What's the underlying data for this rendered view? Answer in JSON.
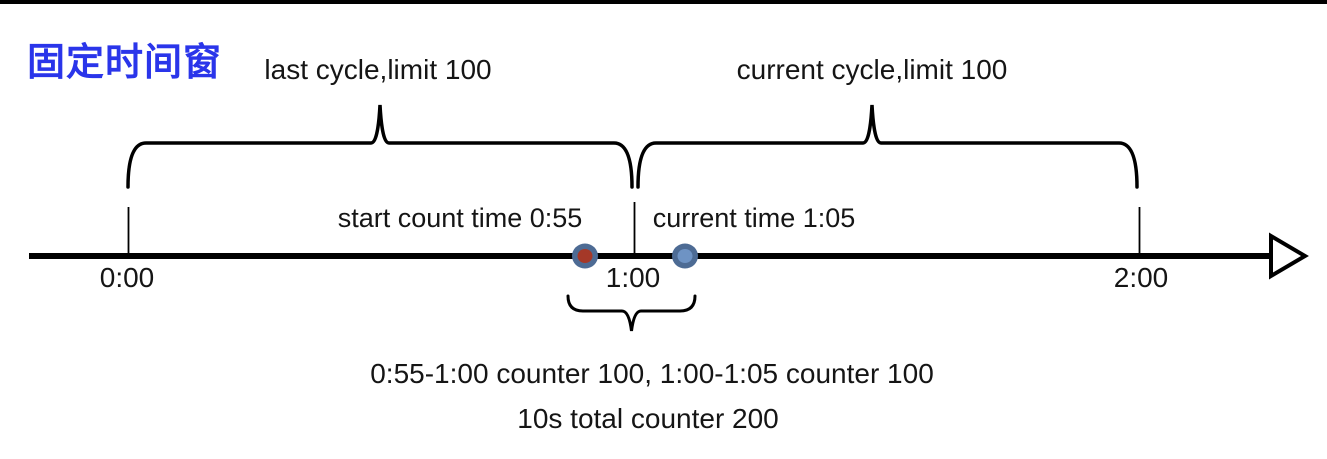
{
  "title": {
    "text": "固定时间窗",
    "color": "#2a35ea"
  },
  "cycles": {
    "last_label": "last cycle,limit 100",
    "current_label": "current cycle,limit 100"
  },
  "timeline": {
    "tick_labels": [
      "0:00",
      "1:00",
      "2:00"
    ],
    "line_color": "#000000"
  },
  "markers": {
    "start": {
      "label": "start count time 0:55",
      "ring_color": "#4d6b94",
      "fill_color": "#a53828"
    },
    "current": {
      "label": "current time 1:05",
      "ring_color": "#4d6b94",
      "fill_color": "#6e93c4"
    }
  },
  "summary": {
    "line1": "0:55-1:00 counter 100, 1:00-1:05 counter 100",
    "line2": "10s total counter 200"
  }
}
